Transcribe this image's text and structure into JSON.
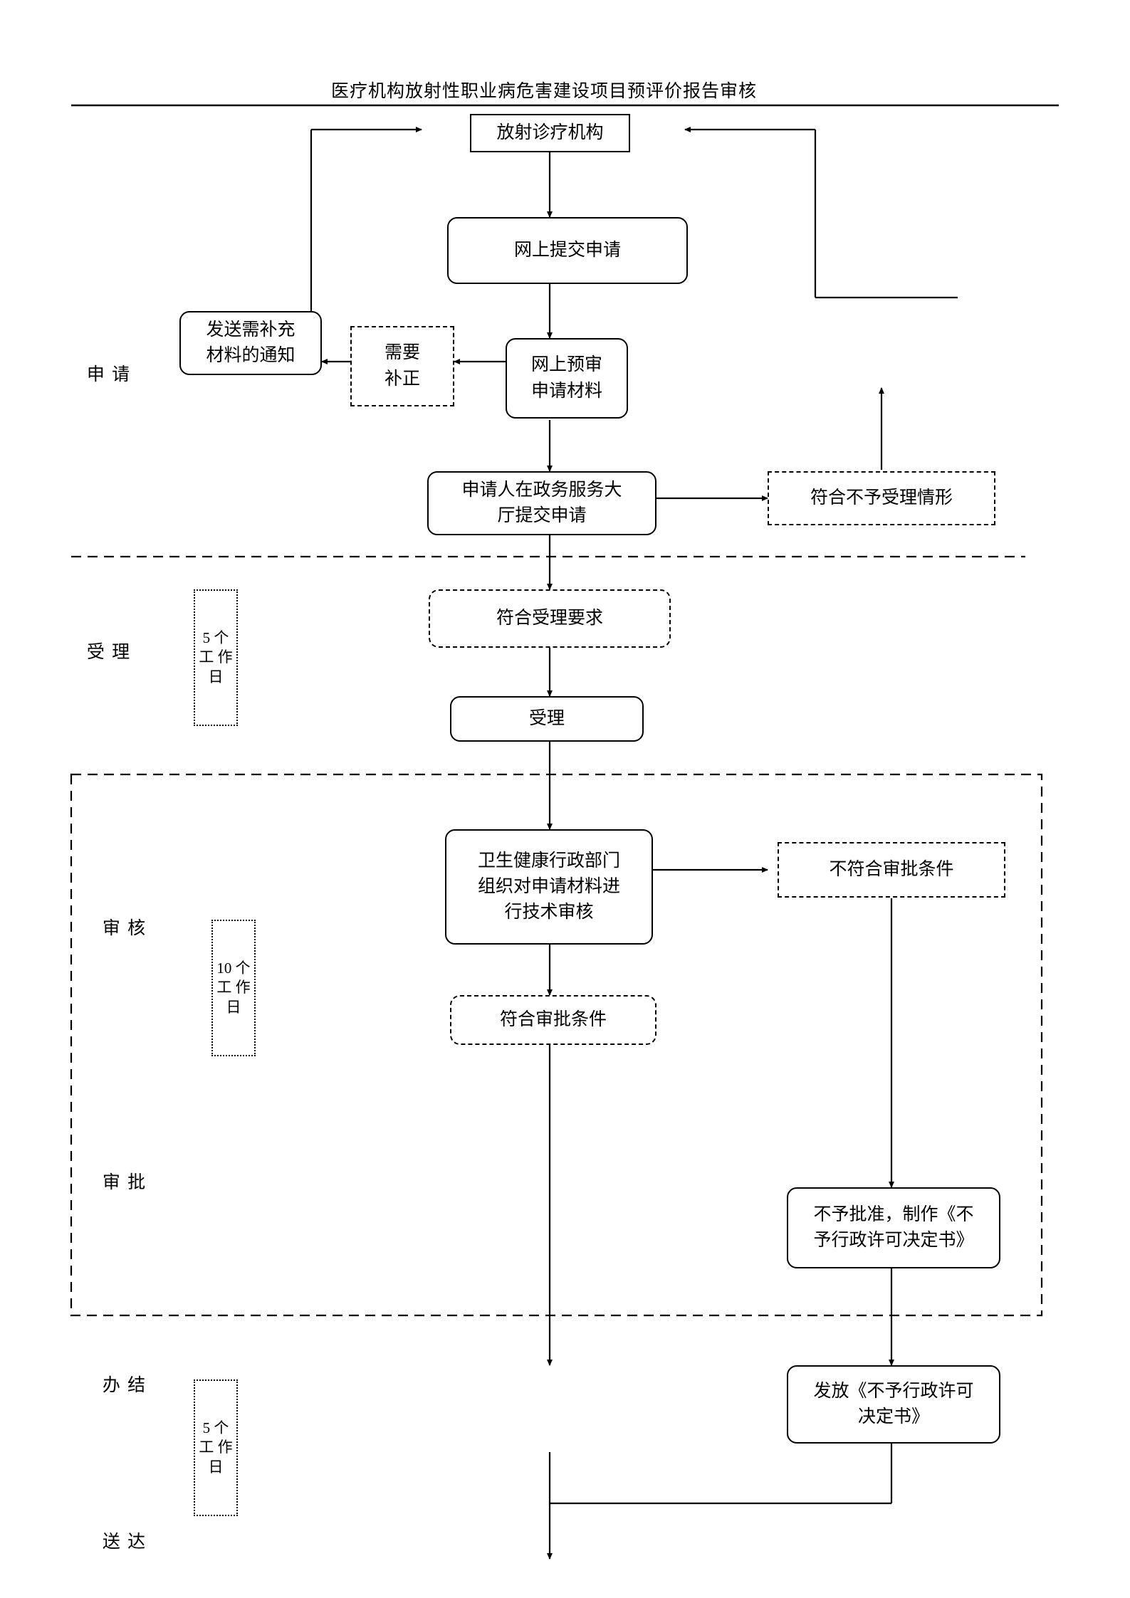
{
  "title": "医疗机构放射性职业病危害建设项目预评价报告审核",
  "stages": [
    {
      "id": "apply",
      "label": "申 请"
    },
    {
      "id": "accept",
      "label": "受 理"
    },
    {
      "id": "review",
      "label": "审 核"
    },
    {
      "id": "approve",
      "label": "审 批"
    },
    {
      "id": "complete",
      "label": "办 结"
    },
    {
      "id": "deliver",
      "label": "送 达"
    }
  ],
  "durations": [
    {
      "id": "accept-days",
      "label": "5 个 工 作 日"
    },
    {
      "id": "review-days",
      "label": "10 个 工 作 日"
    },
    {
      "id": "complete-days",
      "label": "5 个 工 作 日"
    }
  ],
  "nodes": [
    {
      "id": "org",
      "label": "放射诊疗机构",
      "shape": "solid-rect"
    },
    {
      "id": "online-submit",
      "label": "网上提交申请",
      "shape": "solid-rounded"
    },
    {
      "id": "online-pre-review",
      "label": "网上预审\n申请材料",
      "shape": "solid-rounded"
    },
    {
      "id": "need-correction",
      "label": "需要\n补正",
      "shape": "dashed-rect"
    },
    {
      "id": "send-notice",
      "label": "发送需补充\n材料的通知",
      "shape": "solid-rounded"
    },
    {
      "id": "hall-submit",
      "label": "申请人在政务服务大\n厅提交申请",
      "shape": "solid-rounded"
    },
    {
      "id": "not-accept-case",
      "label": "符合不予受理情形",
      "shape": "dashed-rect"
    },
    {
      "id": "meet-accept",
      "label": "符合受理要求",
      "shape": "dashed-rounded"
    },
    {
      "id": "accepted",
      "label": "受理",
      "shape": "solid-rounded"
    },
    {
      "id": "tech-review",
      "label": "卫生健康行政部门\n组织对申请材料进\n行技术审核",
      "shape": "solid-rounded"
    },
    {
      "id": "not-meet-approval",
      "label": "不符合审批条件",
      "shape": "dashed-rect"
    },
    {
      "id": "meet-approval",
      "label": "符合审批条件",
      "shape": "dashed-rounded"
    },
    {
      "id": "refuse-make",
      "label": "不予批准，制作《不\n予行政许可决定书》",
      "shape": "solid-rounded"
    },
    {
      "id": "issue-refuse",
      "label": "发放《不予行政许可\n决定书》",
      "shape": "solid-rounded"
    }
  ],
  "colors": {
    "line": "#000000",
    "background": "#ffffff"
  }
}
